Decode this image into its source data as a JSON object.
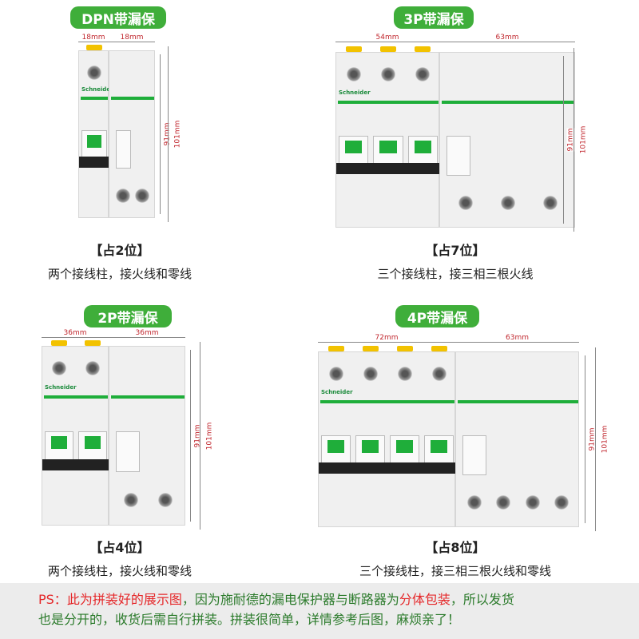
{
  "panels": [
    {
      "title": "DPN带漏保",
      "widths": [
        "18mm",
        "18mm"
      ],
      "heights": [
        "91mm",
        "101mm"
      ],
      "slots": "【占2位】",
      "desc": "两个接线柱，接火线和零线",
      "brand": "Schneider"
    },
    {
      "title": "3P带漏保",
      "widths": [
        "54mm",
        "63mm"
      ],
      "heights": [
        "91mm",
        "101mm"
      ],
      "slots": "【占7位】",
      "desc": "三个接线柱，接三相三根火线",
      "brand": "Schneider"
    },
    {
      "title": "2P带漏保",
      "widths": [
        "36mm",
        "36mm"
      ],
      "heights": [
        "91mm",
        "101mm"
      ],
      "slots": "【占4位】",
      "desc": "两个接线柱，接火线和零线",
      "brand": "Schneider"
    },
    {
      "title": "4P带漏保",
      "widths": [
        "72mm",
        "63mm"
      ],
      "heights": [
        "91mm",
        "101mm"
      ],
      "slots": "【占8位】",
      "desc": "三个接线柱，接三相三根火线和零线",
      "brand": "Schneider"
    }
  ],
  "notice": {
    "p1": "PS：",
    "p2": "此为拼装好的展示图",
    "p3": "，因为施耐德的漏电保护器与断路器为",
    "p4": "分体包装",
    "p5": "，所以发货",
    "line2": "也是分开的，收货后需自行拼装。拼装很简单，详情参考后图，麻烦亲了！"
  },
  "colors": {
    "accent": "#3fae3a",
    "dimension": "#c0262d",
    "highlight": "#e5282a",
    "notice_text": "#2a7a2a"
  }
}
